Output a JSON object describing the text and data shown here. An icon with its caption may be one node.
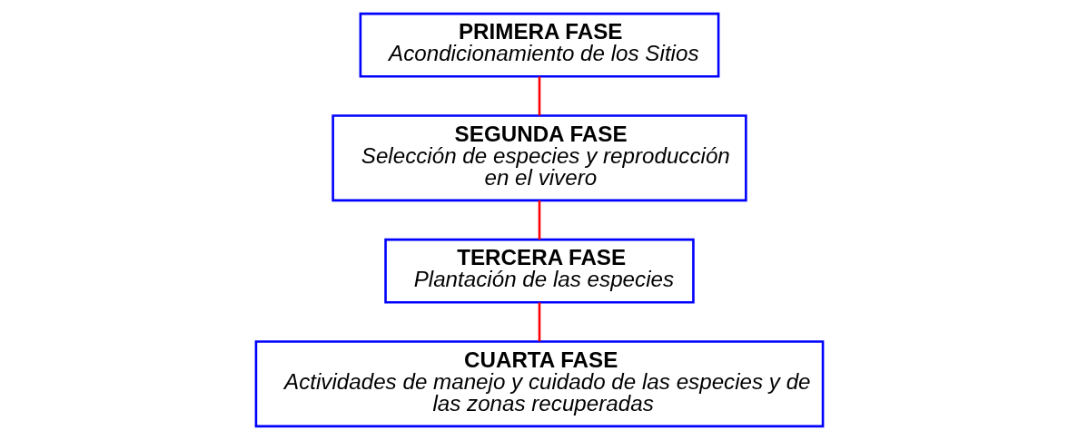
{
  "diagram": {
    "nodes": [
      {
        "text": [
          "PRIMERA FASE",
          "Acondicionamiento de los Sitios"
        ]
      },
      {
        "text": [
          "SEGUNDA FASE",
          "Selección de especies y reproducción en el vivero"
        ]
      },
      {
        "text": [
          "TERCERA FASE",
          "Plantación de las especies"
        ]
      },
      {
        "text": [
          "CUARTA FASE",
          "Actividades de manejo y cuidado de las especies y de las zonas recuperadas"
        ]
      }
    ],
    "edges": [
      {
        "from": 0,
        "to": 1,
        "arrow": "none"
      },
      {
        "from": 1,
        "to": 2,
        "arrow": "none"
      },
      {
        "from": 2,
        "to": 3,
        "arrow": "none"
      }
    ]
  }
}
